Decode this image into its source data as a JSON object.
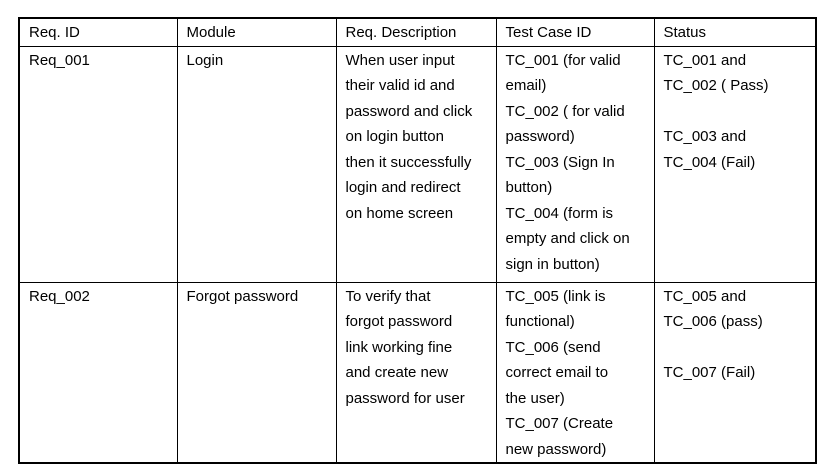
{
  "table": {
    "headers": [
      "Req. ID",
      "Module",
      "Req. Description",
      "Test Case ID",
      "Status"
    ],
    "rows": [
      {
        "req_id": "Req_001",
        "module": "Login",
        "description": "When user input\ntheir valid id and\npassword and click\non login button\nthen it successfully\nlogin and redirect\non home screen",
        "test_case_id": "TC_001 (for valid\nemail)\nTC_002 ( for valid\npassword)\nTC_003 (Sign In\nbutton)\nTC_004 (form is\nempty and click on\nsign in button)",
        "status": "TC_001 and\nTC_002 ( Pass)\n\nTC_003 and\nTC_004 (Fail)"
      },
      {
        "req_id": "Req_002",
        "module": "Forgot password",
        "description": "To verify that\nforgot password\nlink working fine\nand create new\npassword for user",
        "test_case_id": "TC_005 (link is\nfunctional)\nTC_006 (send\ncorrect email to\nthe user)\nTC_007 (Create\nnew password)",
        "status": "TC_005 and\nTC_006 (pass)\n\nTC_007 (Fail)"
      }
    ]
  }
}
